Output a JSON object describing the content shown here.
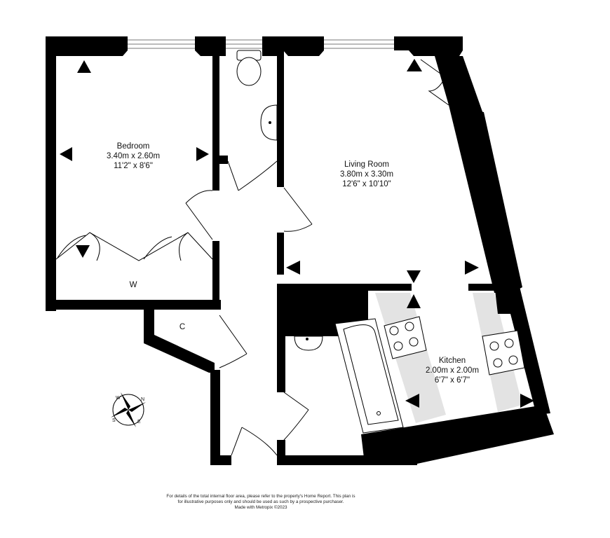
{
  "rooms": {
    "bedroom": {
      "name": "Bedroom",
      "dim_m": "3.40m  x 2.60m",
      "dim_ft": "11'2\"  x 8'6\""
    },
    "living": {
      "name": "Living Room",
      "dim_m": "3.80m  x 3.30m",
      "dim_ft": "12'6\"  x 10'10\""
    },
    "kitchen": {
      "name": "Kitchen",
      "dim_m": "2.00m  x 2.00m",
      "dim_ft": "6'7\"  x 6'7\""
    },
    "wardrobe": {
      "name": "W"
    },
    "cupboard": {
      "name": "C"
    }
  },
  "compass": {
    "n": "N",
    "s": "S",
    "e": "E",
    "w": "W"
  },
  "disclaimer": {
    "line1": "For details of the total internal floor area, please refer to the property's Home Report. This plan is",
    "line2": "for illustrative purposes only and should be used as such by a prospective purchaser.",
    "line3": "Made with Metropix ©2023"
  }
}
